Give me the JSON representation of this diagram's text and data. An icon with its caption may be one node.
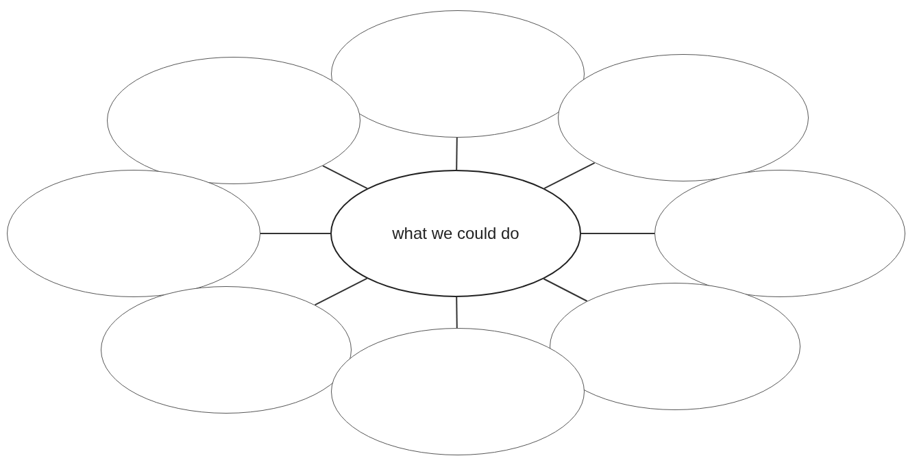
{
  "diagram": {
    "nodes": [
      {
        "text": [],
        "shape": "ellipse"
      },
      {
        "text": [],
        "shape": "ellipse"
      },
      {
        "text": [],
        "shape": "ellipse"
      },
      {
        "text": [],
        "shape": "ellipse"
      },
      {
        "text": [
          "what we could do"
        ]
      },
      {
        "text": [],
        "shape": "ellipse"
      },
      {
        "text": [],
        "shape": "ellipse"
      },
      {
        "text": [],
        "shape": "ellipse"
      },
      {
        "text": [],
        "shape": "ellipse"
      }
    ],
    "edges": [
      {
        "from": 4,
        "to": 0,
        "arrow": "none"
      },
      {
        "from": 4,
        "to": 1,
        "arrow": "none"
      },
      {
        "from": 4,
        "to": 2,
        "arrow": "none"
      },
      {
        "from": 4,
        "to": 3,
        "arrow": "none"
      },
      {
        "from": 4,
        "to": 5,
        "arrow": "none"
      },
      {
        "from": 4,
        "to": 6,
        "arrow": "none"
      },
      {
        "from": 4,
        "to": 7,
        "arrow": "none"
      },
      {
        "from": 4,
        "to": 8,
        "arrow": "none"
      }
    ]
  }
}
